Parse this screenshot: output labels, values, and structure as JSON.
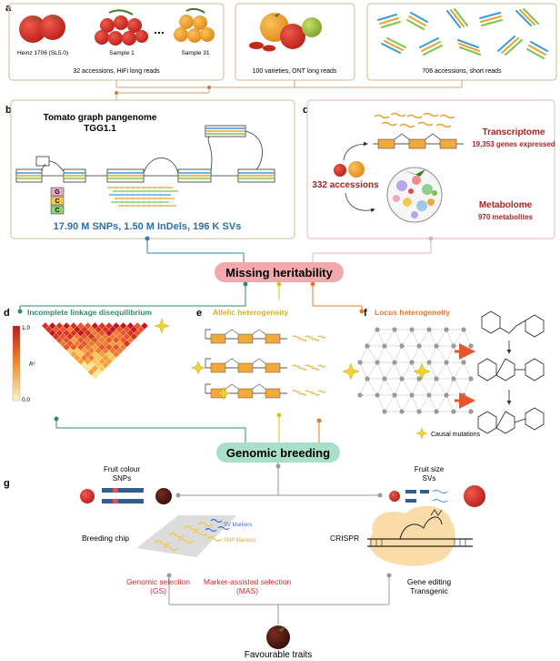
{
  "panel_letters": {
    "a": "a",
    "b": "b",
    "c": "c",
    "d": "d",
    "e": "e",
    "f": "f",
    "g": "g"
  },
  "panel_a": {
    "sample_labels": [
      "Heinz 1706 (SL5.0)",
      "Sample 1",
      "Sample 31"
    ],
    "ellipsis": "...",
    "box1_caption": "32 accessions, HiFi long reads",
    "box2_caption": "100 varieties, ONT long reads",
    "box3_caption": "706 accessions, short reads"
  },
  "panel_b": {
    "title_line1": "Tomato graph pangenome",
    "title_line2": "TGG1.1",
    "variant_letters": [
      "G",
      "C",
      "C"
    ],
    "stats": "17.90 M SNPs, 1.50 M InDels, 196 K SVs"
  },
  "panel_c": {
    "accessions": "332 accessions",
    "transcriptome_title": "Transcriptome",
    "transcriptome_sub": "19,353 genes expressed",
    "metabolome_title": "Metabolome",
    "metabolome_sub": "970 metabolites"
  },
  "missing_heritability": "Missing heritability",
  "panel_d": {
    "title": "Incomplete linkage disequilibrium",
    "scale_max": "1.0",
    "scale_min": "0.0",
    "scale_label": "R²"
  },
  "panel_e": {
    "title": "Allelic heterogeneity"
  },
  "panel_f": {
    "title": "Locus heterogeneity",
    "legend": "Causal mutations"
  },
  "genomic_breeding": "Genomic breeding",
  "panel_g": {
    "fruit_colour_line1": "Fruit colour",
    "fruit_colour_line2": "SNPs",
    "fruit_size_line1": "Fruit size",
    "fruit_size_line2": "SVs",
    "breeding_chip": "Breeding chip",
    "sv_markers": "SV Markers",
    "snp_markers": "SNP Markers",
    "crispr": "CRISPR",
    "gs_line1": "Genomic selection",
    "gs_line2": "(GS)",
    "mas_line1": "Marker-assisted selection",
    "mas_line2": "(MAS)",
    "gene_editing": "Gene editing",
    "transgenic": "Transgenic",
    "favourable": "Favourable traits"
  },
  "colors": {
    "box_border": "#d8c9a3",
    "dark_red": "#a82323",
    "blue_text": "#2a6fa8",
    "pink_pill": "#f2a9ad",
    "green_pill": "#a9dfc8",
    "teal": "#2e8b6e",
    "yellow": "#e0c21e",
    "orange": "#e8772a",
    "gene_box": "#f2a93b"
  }
}
